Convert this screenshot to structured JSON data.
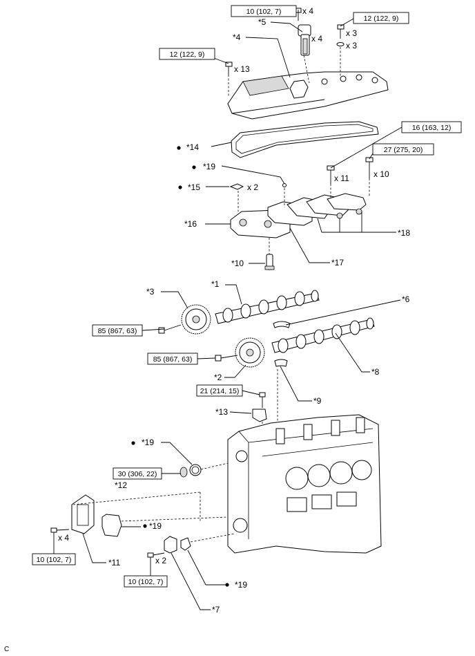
{
  "figure_code": "C",
  "callouts": {
    "c1": "*1",
    "c2": "*2",
    "c3": "*3",
    "c4": "*4",
    "c5": "*5",
    "c6": "*6",
    "c7": "*7",
    "c8": "*8",
    "c9": "*9",
    "c10": "*10",
    "c11": "*11",
    "c12": "*12",
    "c13": "*13",
    "c14": "*14",
    "c15": "*15",
    "c16": "*16",
    "c17": "*17",
    "c18": "*18",
    "c19a": "*19",
    "c19b": "*19",
    "c19c": "*19",
    "c19d": "*19"
  },
  "quantities": {
    "q_bolt_top": "x 4",
    "q_coil": "x 4",
    "q_bolt_r": "x 3",
    "q_washer": "x 3",
    "q_cover_bolts": "x 13",
    "q_plug": "x 2",
    "q_cap_bolt_a": "x 11",
    "q_cap_bolt_b": "x 10",
    "q_cover_plate": "x 4",
    "q_sensor": "x 2"
  },
  "torques": {
    "t1": "10 (102, 7)",
    "t2": "12 (122, 9)",
    "t3": "12 (122, 9)",
    "t4": "16 (163, 12)",
    "t5": "27 (275, 20)",
    "t6": "85 (867, 63)",
    "t7": "85 (867, 63)",
    "t8": "21 (214, 15)",
    "t9": "30 (306, 22)",
    "t10": "10 (102, 7)",
    "t11": "10 (102, 7)"
  },
  "icons": {
    "non_reusable": "filled-dot"
  }
}
